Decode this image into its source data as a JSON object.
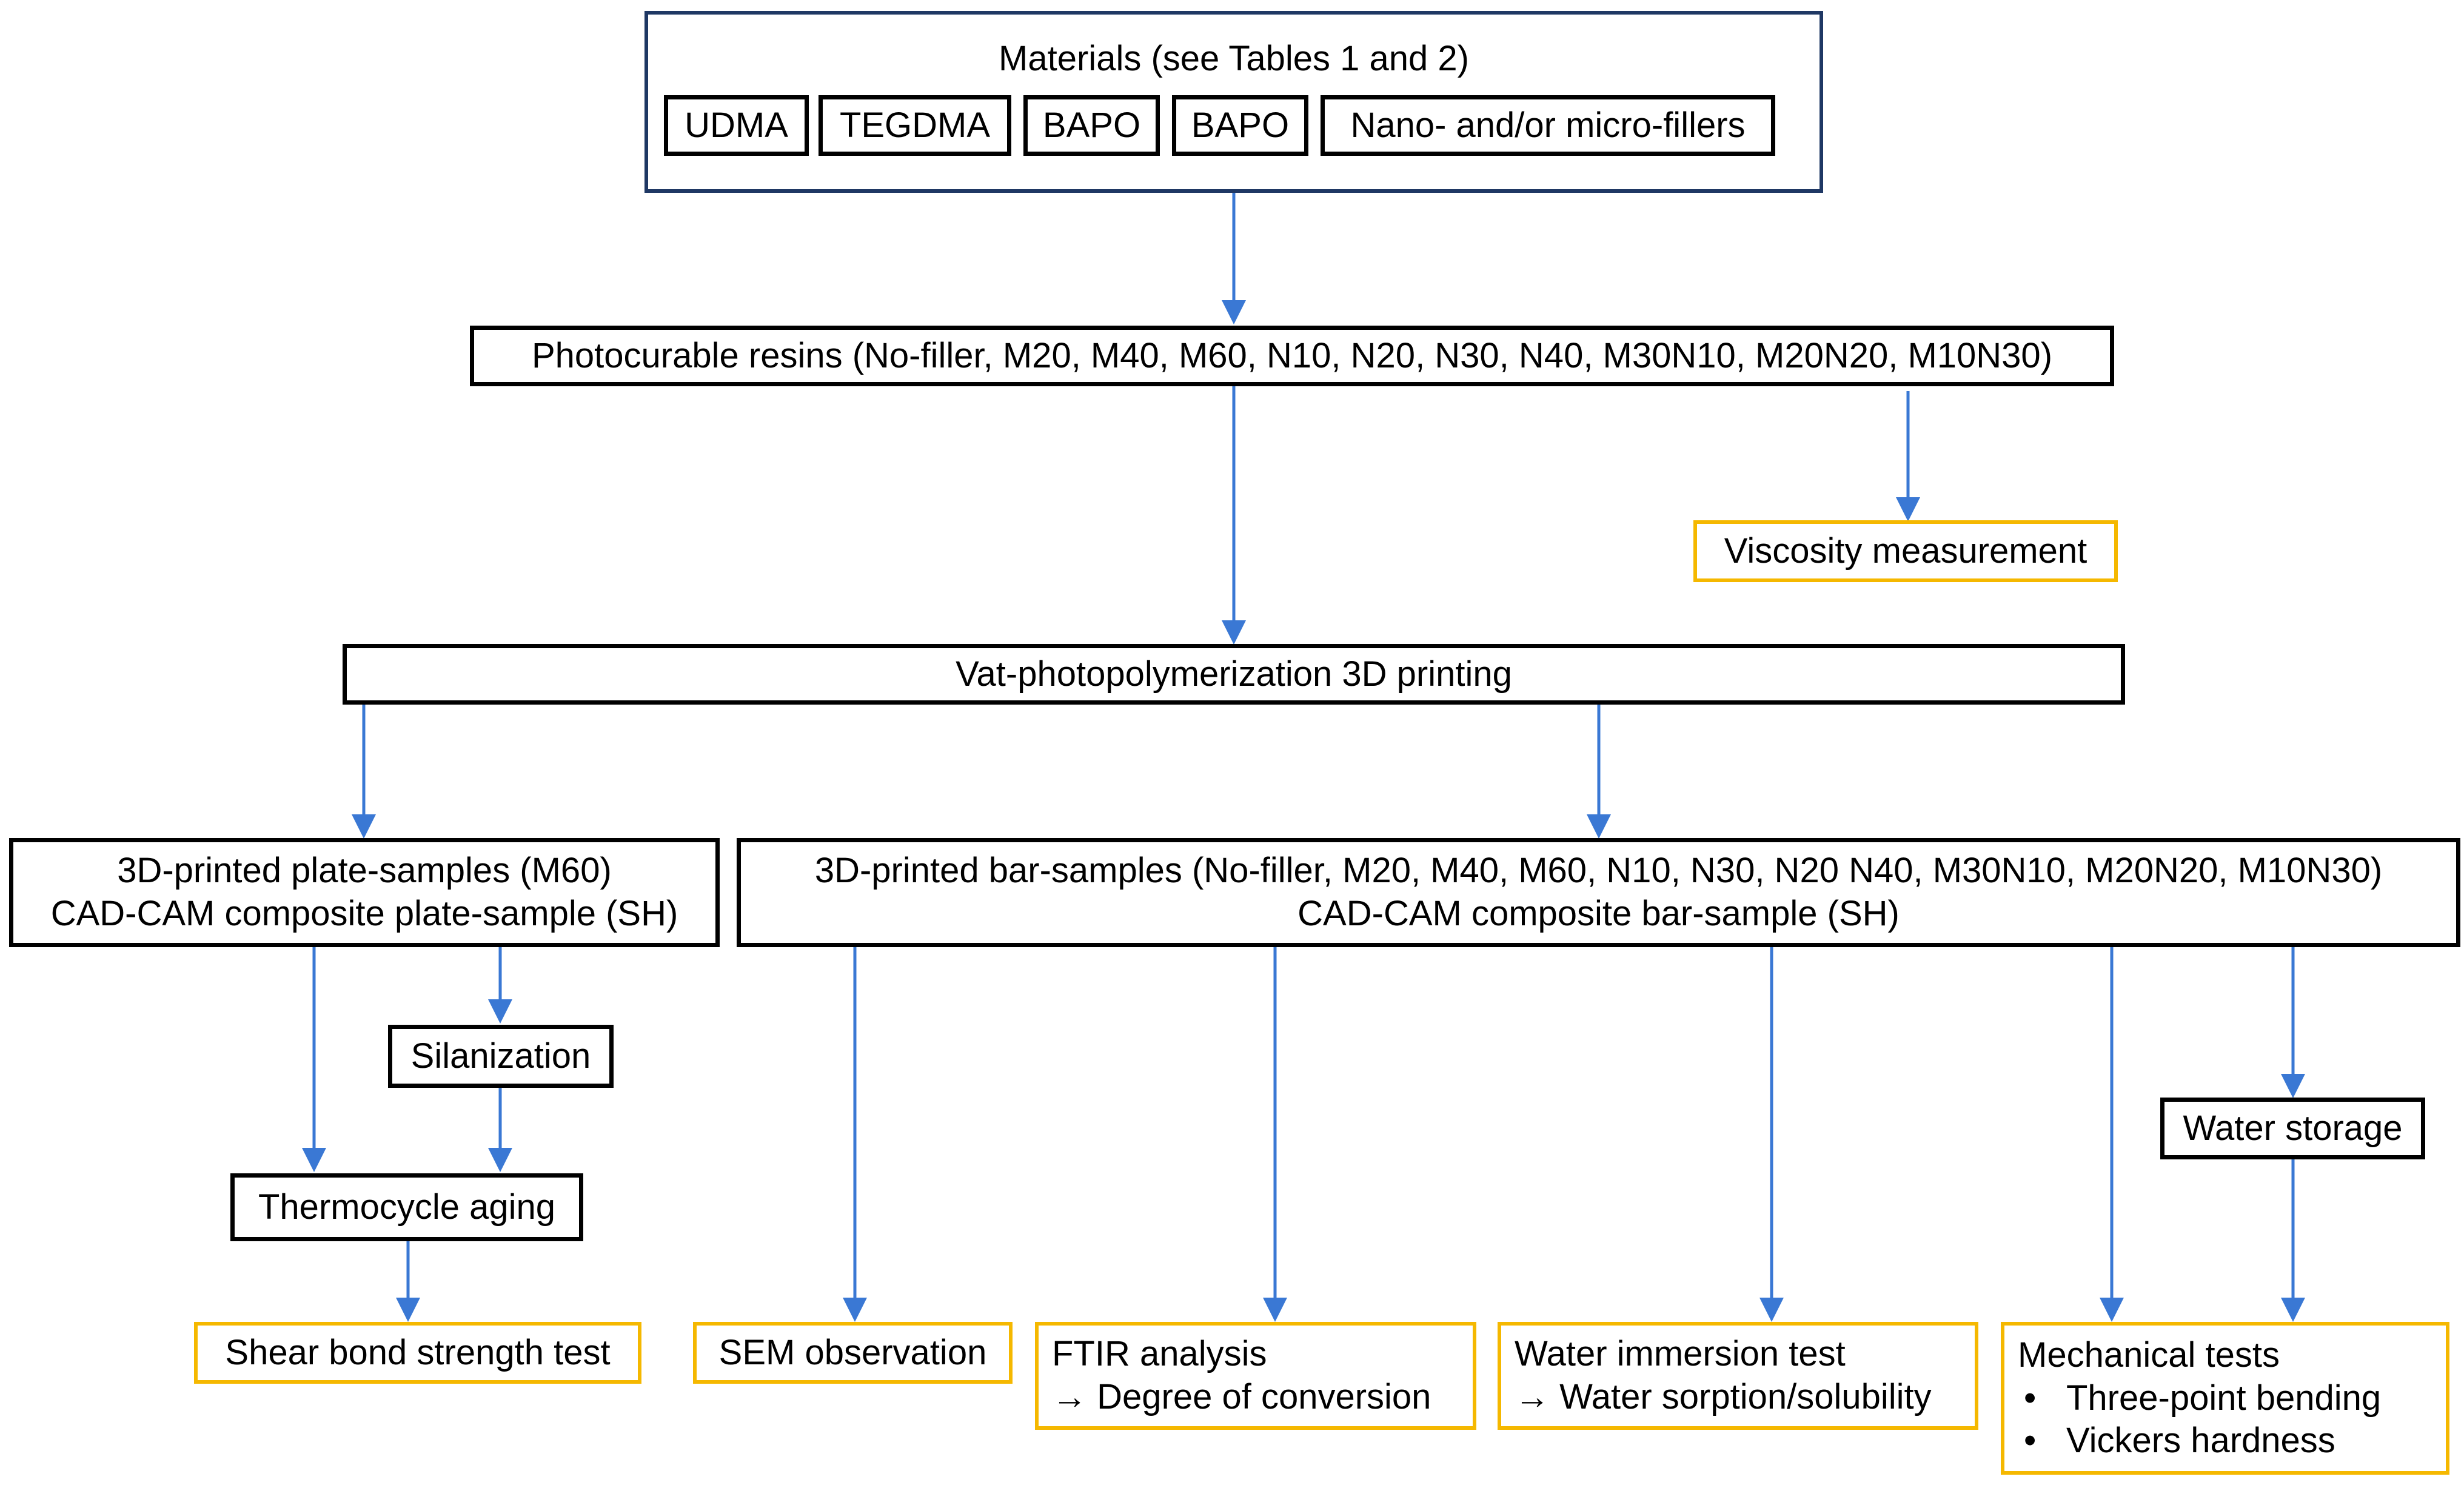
{
  "materials": {
    "title": "Materials (see Tables 1 and 2)",
    "items": [
      "UDMA",
      "TEGDMA",
      "BAPO",
      "BAPO",
      "Nano- and/or micro-fillers"
    ]
  },
  "resins": "Photocurable resins (No-filler, M20, M40, M60, N10, N20, N30, N40, M30N10, M20N20, M10N30)",
  "viscosity": "Viscosity measurement",
  "printing": "Vat-photopolymerization 3D printing",
  "plate": {
    "line1": "3D-printed plate-samples (M60)",
    "line2": "CAD-CAM composite plate-sample (SH)"
  },
  "bar": {
    "line1": "3D-printed bar-samples (No-filler, M20, M40, M60, N10, N30, N20 N40, M30N10, M20N20, M10N30)",
    "line2": "CAD-CAM composite bar-sample (SH)"
  },
  "silanization": "Silanization",
  "thermocycle": "Thermocycle aging",
  "water_storage": "Water storage",
  "outcomes": {
    "shear": "Shear bond strength test",
    "sem": "SEM observation",
    "ftir": {
      "line1": "FTIR analysis",
      "line2": "→ Degree of conversion"
    },
    "water": {
      "line1": "Water immersion test",
      "line2": "→ Water sorption/solubility"
    },
    "mech": {
      "title": "Mechanical tests",
      "bullet": "•",
      "items": [
        "Three-point bending",
        "Vickers hardness"
      ]
    }
  },
  "colors": {
    "arrow": "#3a78d4",
    "outcome_border": "#f5b800",
    "materials_border": "#1f3864",
    "box_border": "#000000"
  }
}
